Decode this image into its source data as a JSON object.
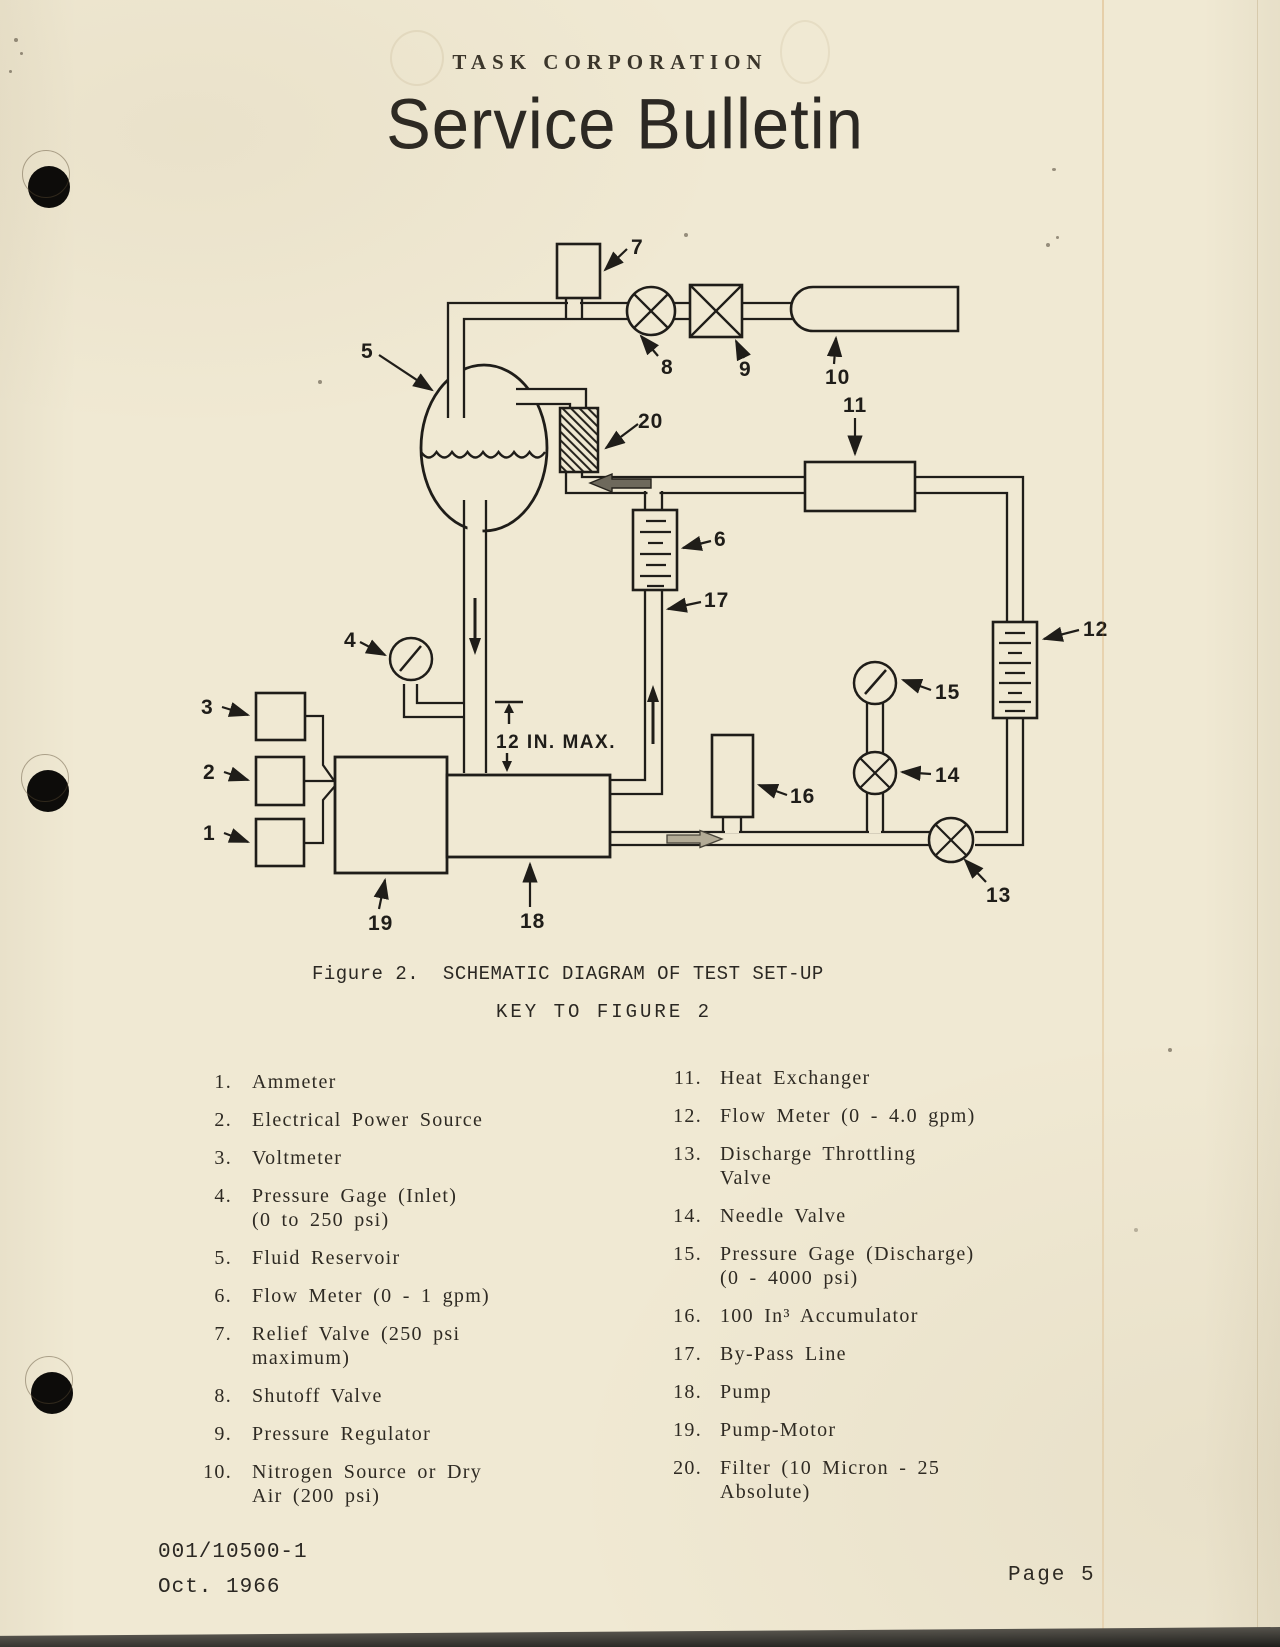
{
  "page": {
    "company": "TASK CORPORATION",
    "title": "Service Bulletin",
    "figure_caption": "Figure 2.  SCHEMATIC DIAGRAM OF TEST SET-UP",
    "key_heading": "KEY TO FIGURE 2",
    "doc_number": "001/10500-1",
    "doc_date": "Oct. 1966",
    "page_label": "Page 5"
  },
  "diagram": {
    "dimension_note": "12 IN. MAX.",
    "callouts": {
      "c1": "1",
      "c2": "2",
      "c3": "3",
      "c4": "4",
      "c5": "5",
      "c6": "6",
      "c7": "7",
      "c8": "8",
      "c9": "9",
      "c10": "10",
      "c11": "11",
      "c12": "12",
      "c13": "13",
      "c14": "14",
      "c15": "15",
      "c16": "16",
      "c17": "17",
      "c18": "18",
      "c19": "19",
      "c20": "20"
    }
  },
  "key": {
    "left": [
      {
        "num": "1.",
        "lines": [
          "Ammeter"
        ]
      },
      {
        "num": "2.",
        "lines": [
          "Electrical Power Source"
        ]
      },
      {
        "num": "3.",
        "lines": [
          "Voltmeter"
        ]
      },
      {
        "num": "4.",
        "lines": [
          "Pressure Gage (Inlet)",
          "(0 to 250 psi)"
        ]
      },
      {
        "num": "5.",
        "lines": [
          "Fluid Reservoir"
        ]
      },
      {
        "num": "6.",
        "lines": [
          "Flow Meter (0 - 1 gpm)"
        ]
      },
      {
        "num": "7.",
        "lines": [
          "Relief Valve (250 psi",
          "maximum)"
        ]
      },
      {
        "num": "8.",
        "lines": [
          "Shutoff Valve"
        ]
      },
      {
        "num": "9.",
        "lines": [
          "Pressure Regulator"
        ]
      },
      {
        "num": "10.",
        "lines": [
          "Nitrogen Source or Dry",
          "Air (200 psi)"
        ]
      }
    ],
    "right": [
      {
        "num": "11.",
        "lines": [
          "Heat Exchanger"
        ]
      },
      {
        "num": "12.",
        "lines": [
          "Flow Meter (0 - 4.0 gpm)"
        ]
      },
      {
        "num": "13.",
        "lines": [
          "Discharge Throttling",
          "Valve"
        ]
      },
      {
        "num": "14.",
        "lines": [
          "Needle Valve"
        ]
      },
      {
        "num": "15.",
        "lines": [
          "Pressure Gage (Discharge)",
          "(0 - 4000 psi)"
        ]
      },
      {
        "num": "16.",
        "lines": [
          "100 In³ Accumulator"
        ]
      },
      {
        "num": "17.",
        "lines": [
          "By-Pass Line"
        ]
      },
      {
        "num": "18.",
        "lines": [
          "Pump"
        ]
      },
      {
        "num": "19.",
        "lines": [
          "Pump-Motor"
        ]
      },
      {
        "num": "20.",
        "lines": [
          "Filter (10 Micron - 25",
          "Absolute)"
        ]
      }
    ]
  }
}
